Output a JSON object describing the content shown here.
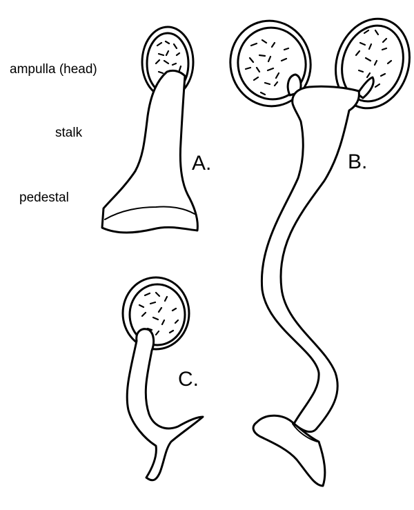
{
  "labels": {
    "ampulla": "ampulla (head)",
    "stalk": "stalk",
    "pedestal": "pedestal"
  },
  "figures": {
    "a": "A.",
    "b": "B.",
    "c": "C."
  }
}
